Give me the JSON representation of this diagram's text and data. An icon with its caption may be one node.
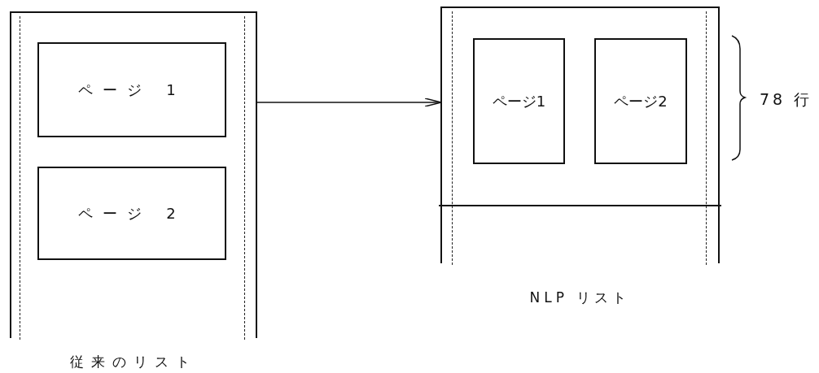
{
  "diagram": {
    "nodes": [
      {
        "text": [
          "従来のリスト"
        ]
      },
      {
        "text": [
          "ページ 1"
        ],
        "in": 0
      },
      {
        "text": [
          "ページ 2"
        ],
        "in": 0
      },
      {
        "text": [
          "NLP リスト"
        ]
      },
      {
        "text": [
          "ページ1"
        ],
        "in": 3
      },
      {
        "text": [
          "ページ2"
        ],
        "in": 3
      }
    ],
    "edges": [
      {
        "from": 0,
        "to": 3,
        "arrow": "to"
      }
    ],
    "labels": [
      "78 行"
    ]
  }
}
